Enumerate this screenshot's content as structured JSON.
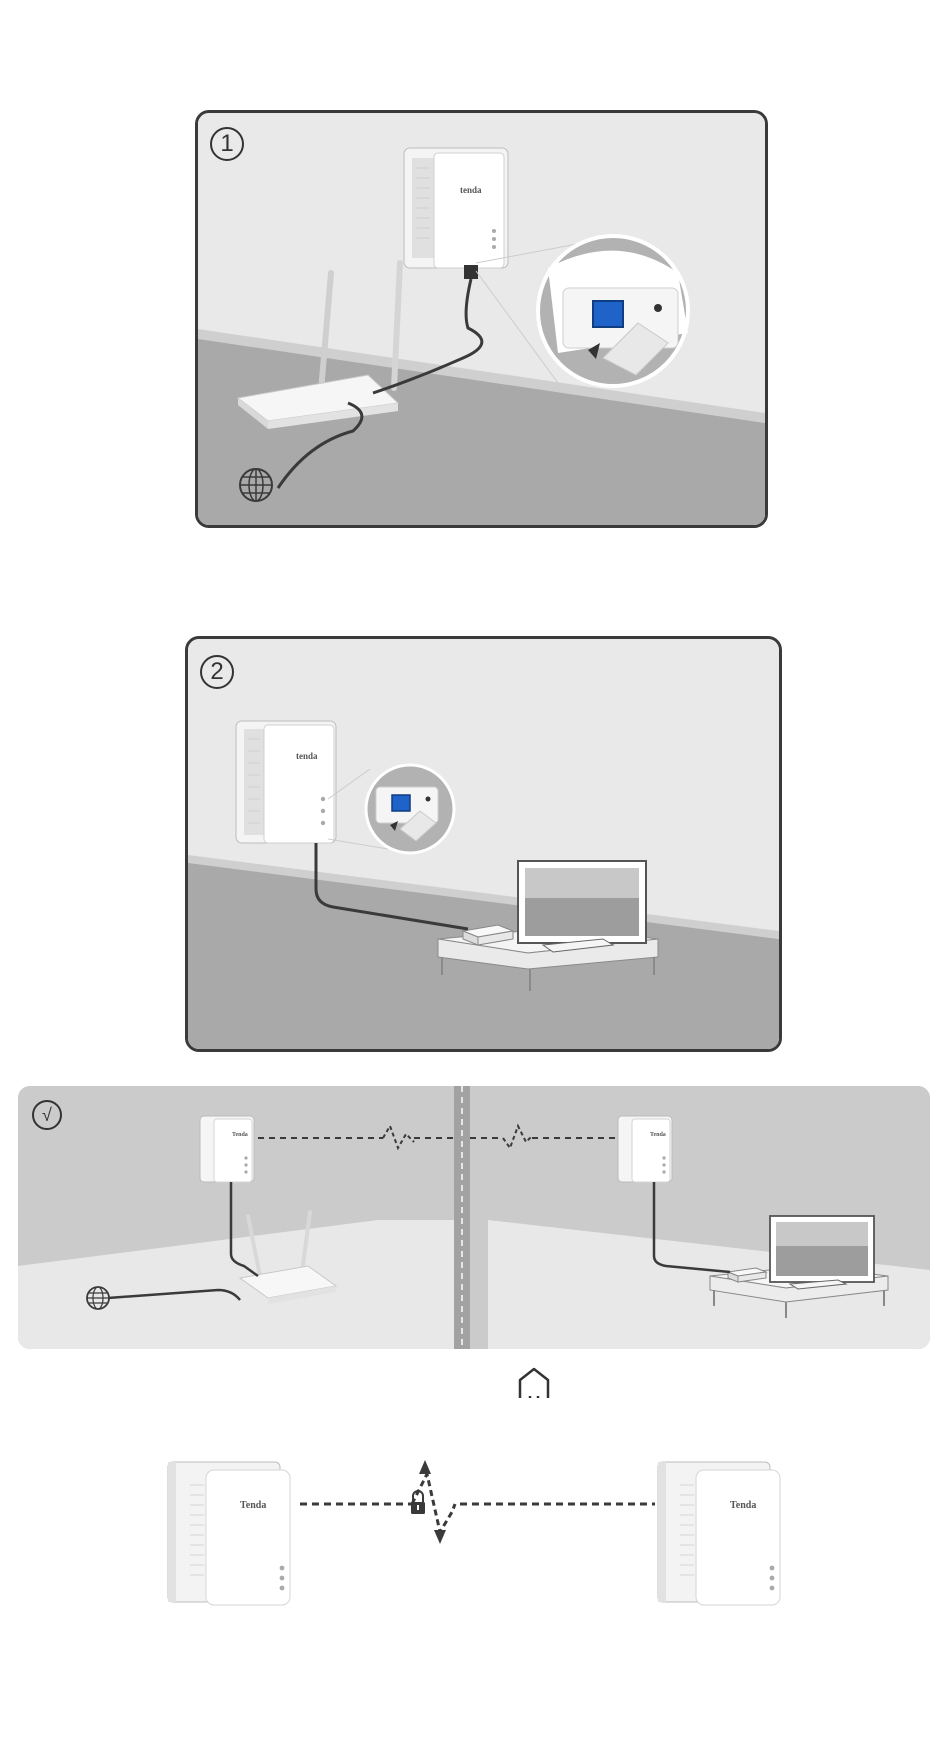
{
  "steps": [
    {
      "badge": "1",
      "brand_label": "tenda"
    },
    {
      "badge": "2",
      "brand_label": "tenda"
    }
  ],
  "result_panel": {
    "badge": "√",
    "left_brand_label": "Tenda",
    "right_brand_label": "Tenda"
  },
  "pairing": {
    "left_brand_label": "Tenda",
    "right_brand_label": "Tenda"
  },
  "icons": {
    "internet": "globe-icon",
    "home": "house-icon",
    "secure": "padlock-icon",
    "signal": "zigzag-signal-icon"
  },
  "colors": {
    "panel_light": "#e9e9e9",
    "floor_dark": "#a7a7a7",
    "outline": "#3a3a3a",
    "ethernet_port": "#1f63c8"
  }
}
